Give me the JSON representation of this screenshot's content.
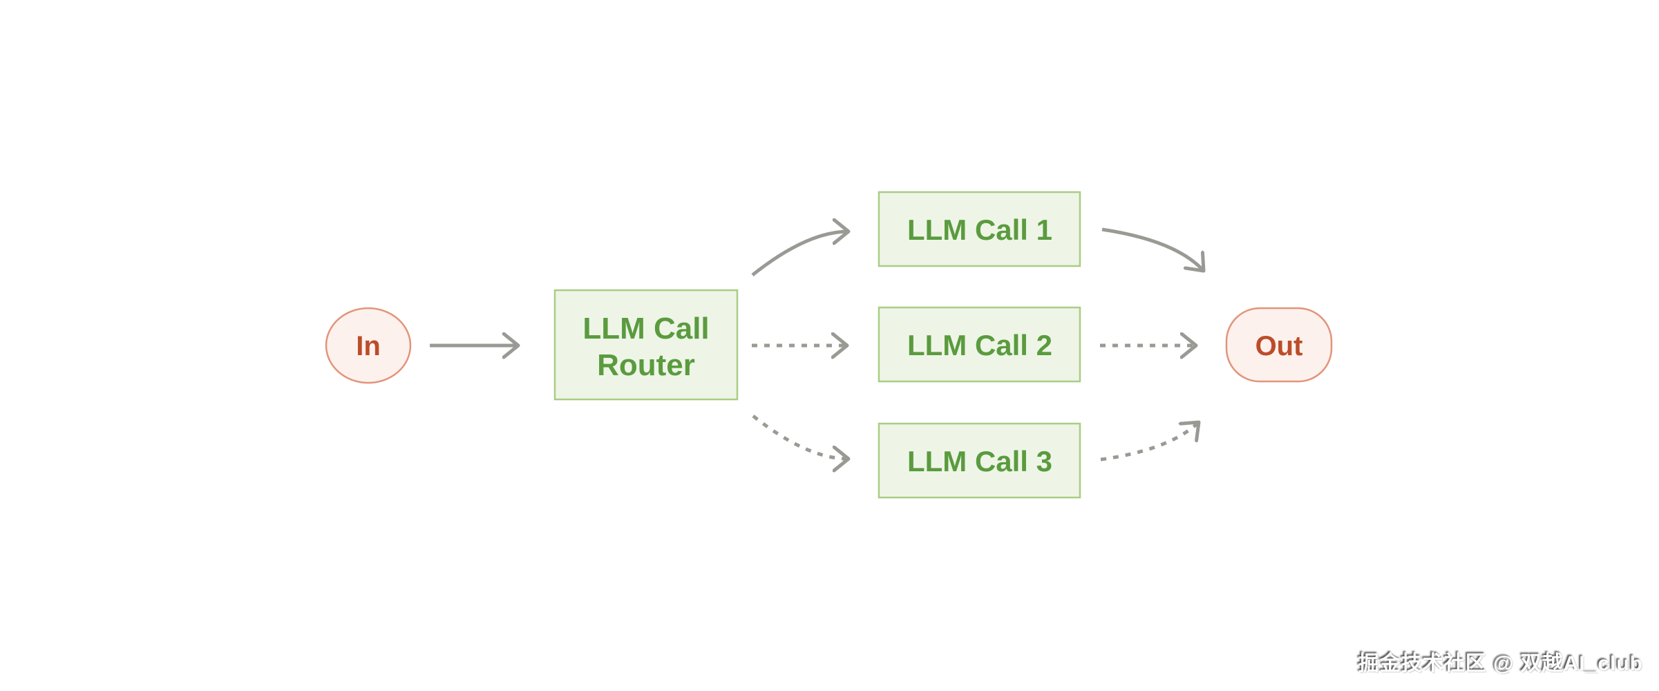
{
  "diagram": {
    "type": "flowchart",
    "nodes": {
      "in": {
        "label": "In",
        "shape": "ellipse"
      },
      "router": {
        "label_line1": "LLM Call",
        "label_line2": "Router",
        "shape": "rect"
      },
      "call1": {
        "label": "LLM Call 1",
        "shape": "rect"
      },
      "call2": {
        "label": "LLM Call 2",
        "shape": "rect"
      },
      "call3": {
        "label": "LLM Call 3",
        "shape": "rect"
      },
      "out": {
        "label": "Out",
        "shape": "pill"
      }
    },
    "edges": [
      {
        "from": "in",
        "to": "router",
        "style": "solid"
      },
      {
        "from": "router",
        "to": "call1",
        "style": "solid"
      },
      {
        "from": "router",
        "to": "call2",
        "style": "dashed"
      },
      {
        "from": "router",
        "to": "call3",
        "style": "dashed"
      },
      {
        "from": "call1",
        "to": "out",
        "style": "solid"
      },
      {
        "from": "call2",
        "to": "out",
        "style": "dashed"
      },
      {
        "from": "call3",
        "to": "out",
        "style": "dashed"
      }
    ],
    "colors": {
      "background": "#ffffff",
      "green_box_fill": "#eef5e7",
      "green_box_border": "#a9cd83",
      "green_text": "#5a9b3e",
      "pink_node_fill": "#fdf1ed",
      "pink_node_border": "#e2947b",
      "red_text": "#bc4c2a",
      "arrow": "#9a9a95"
    }
  },
  "watermark": {
    "text": "掘金技术社区 @ 双越AI_club"
  }
}
